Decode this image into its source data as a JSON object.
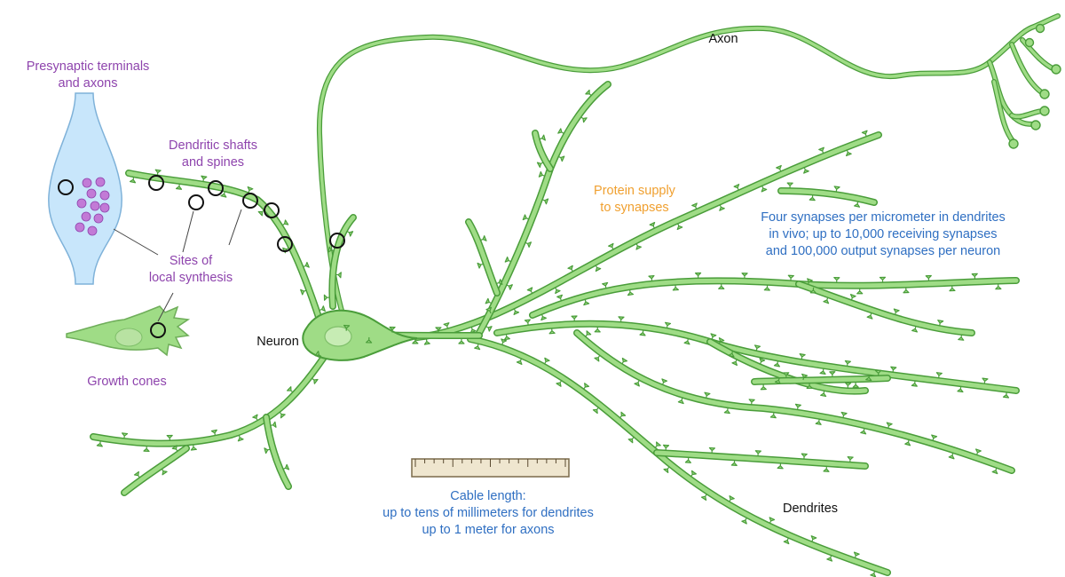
{
  "colors": {
    "dendrite_fill": "#9fdc86",
    "dendrite_stroke": "#4a9d3a",
    "vesicle": "#c27ad6",
    "terminal_fill": "#c8e6fb",
    "terminal_stroke": "#7fb2d9",
    "label_purple": "#8e44ad",
    "label_orange": "#f0a030",
    "label_blue": "#2f6fc2",
    "label_black": "#111111"
  },
  "labels": {
    "presynaptic": [
      "Presynaptic terminals",
      "and axons"
    ],
    "dendritic": [
      "Dendritic shafts",
      "and spines"
    ],
    "sites": [
      "Sites of",
      "local synthesis"
    ],
    "growth_cones": "Growth cones",
    "neuron": "Neuron",
    "axon": "Axon",
    "protein_supply": [
      "Protein supply",
      "to synapses"
    ],
    "synapses_info": [
      "Four synapses per micrometer in dendrites",
      "in vivo; up to 10,000 receiving synapses",
      "and 100,000 output synapses per neuron"
    ],
    "cable_length": [
      "Cable length:",
      "up to tens of millimeters for dendrites",
      "up to 1 meter for axons"
    ],
    "dendrites": "Dendrites"
  },
  "icons": {
    "ruler": "ruler-icon",
    "synthesis_site": "circle-marker-icon"
  }
}
